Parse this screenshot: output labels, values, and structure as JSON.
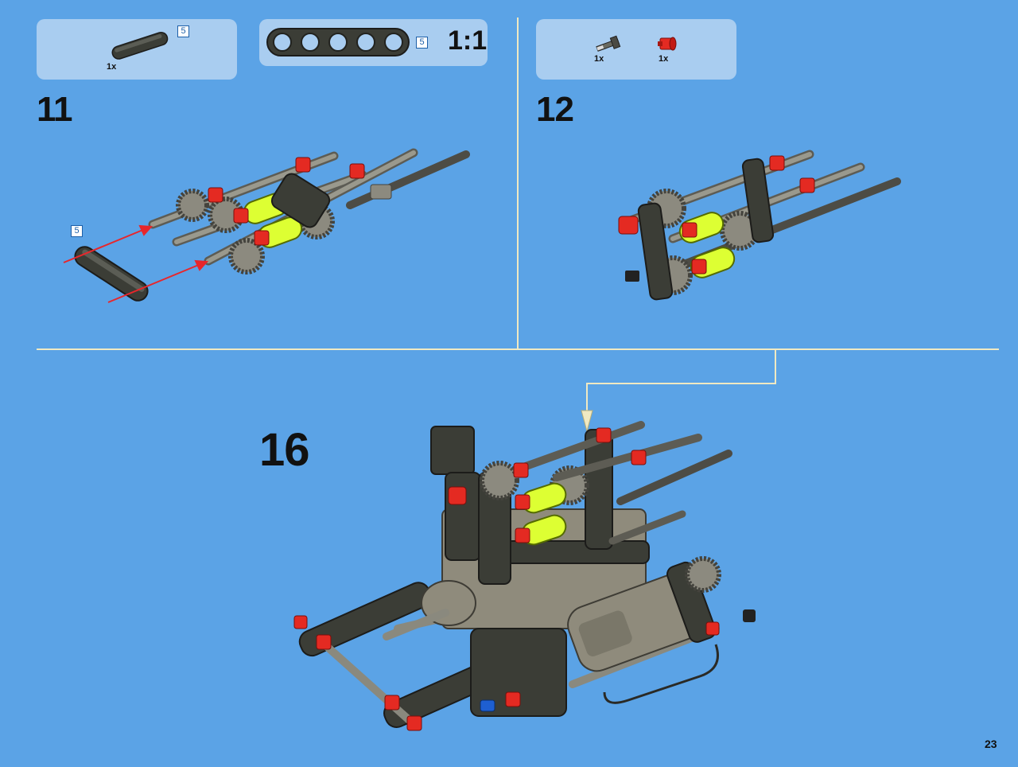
{
  "steps": {
    "step11": {
      "number": "11",
      "parts": [
        {
          "qty": "1x",
          "part": "beam-5-dark-gray",
          "length_badge": "5"
        }
      ],
      "scale_part_badge": "5",
      "scale_label": "1:1",
      "callout_badge": "5"
    },
    "step12": {
      "number": "12",
      "parts": [
        {
          "qty": "1x",
          "part": "axle-with-stop"
        },
        {
          "qty": "1x",
          "part": "red-bush"
        }
      ]
    },
    "step16": {
      "number": "16"
    }
  },
  "page": {
    "number": "23"
  },
  "colors": {
    "background": "#5ba3e6",
    "panel": "#a9cdf0",
    "divider": "#f0e9c2",
    "arrow": "#e8262b",
    "badge_border": "#1d5fa8",
    "beam": "#3b3d36",
    "gear": "#8c8a7f",
    "bush_red": "#e42a22",
    "pneumatic_lime": "#ddff33",
    "motor_gray": "#8f8b7c"
  }
}
